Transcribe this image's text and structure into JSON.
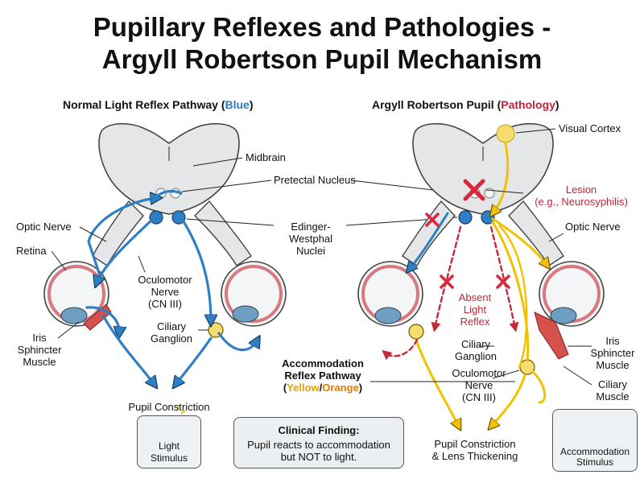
{
  "title_line1": "Pupillary Reflexes and Pathologies -",
  "title_line2": "Argyll Robertson Pupil Mechanism",
  "left_panel": {
    "heading_pre": "Normal Light Reflex Pathway (",
    "heading_color_word": "Blue",
    "heading_post": ")",
    "optic_nerve": "Optic Nerve",
    "retina": "Retina",
    "iris_sphincter": "Iris\nSphincter\nMuscle",
    "oculomotor": "Oculomotor\nNerve\n(CN III)",
    "ciliary_ganglion": "Ciliary\nGanglion",
    "pupil_constriction": "Pupil Constriction",
    "light_stimulus": "Light\nStimulus"
  },
  "center_labels": {
    "midbrain": "Midbrain",
    "pretectal": "Pretectal Nucleus",
    "edinger": "Edinger-Westphal\nNuclei"
  },
  "right_panel": {
    "heading_pre": "Argyll Robertson Pupil (",
    "heading_color_word": "Pathology",
    "heading_post": ")",
    "visual_cortex": "Visual Cortex",
    "lesion": "Lesion\n(e.g., Neurosyphilis)",
    "optic_nerve": "Optic Nerve",
    "absent_reflex": "Absent\nLight\nReflex",
    "iris_sphincter": "Iris\nSphincter\nMuscle",
    "ciliary_muscle": "Ciliary\nMuscle",
    "ciliary_ganglion": "Ciliary\nGanglion",
    "oculomotor": "Oculomotor\nNerve\n(CN III)",
    "accommodation_heading_line1": "Accommodation",
    "accommodation_heading_line2": "Reflex Pathway",
    "accommodation_color_open": "(",
    "accommodation_color_yellow": "Yellow",
    "accommodation_color_slash": "/",
    "accommodation_color_orange": "Orange",
    "accommodation_color_close": ")",
    "pupil_constriction_lens": "Pupil Constriction\n& Lens Thickening",
    "accommodation_stimulus": "Accommodation\nStimulus"
  },
  "clinical_finding": {
    "heading": "Clinical Finding:",
    "text": "Pupil reacts to accommodation\nbut NOT to light."
  },
  "colors": {
    "blue_pathway": "#2f7fc4",
    "yellow_pathway": "#f2c200",
    "lesion_red": "#d8283c",
    "midbrain_fill": "#e4e6e8"
  },
  "icons": [
    "flashlight-icon",
    "hand-pointer-icon",
    "lesion-x-icon"
  ]
}
